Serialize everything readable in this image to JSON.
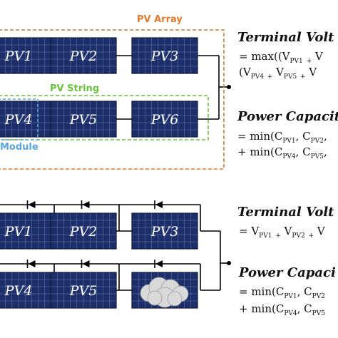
{
  "diagram": {
    "labels": {
      "array": "PV Array",
      "string": "PV String",
      "module": "Module"
    },
    "colors": {
      "array_box": "#e07a2c",
      "string_box": "#66c43a",
      "module_box": "#5aa6db",
      "panel_fill": "#1c2f6b",
      "panel_grid": "#aebbe0",
      "wire": "#000000"
    },
    "top_panels": [
      {
        "id": "pv1",
        "label": "PV1"
      },
      {
        "id": "pv2",
        "label": "PV2"
      },
      {
        "id": "pv3",
        "label": "PV3"
      },
      {
        "id": "pv4",
        "label": "PV4"
      },
      {
        "id": "pv5",
        "label": "PV5"
      },
      {
        "id": "pv6",
        "label": "PV6"
      }
    ],
    "bottom_panels": [
      {
        "id": "pv1",
        "label": "PV1"
      },
      {
        "id": "pv2",
        "label": "PV2"
      },
      {
        "id": "pv3",
        "label": "PV3"
      },
      {
        "id": "pv4",
        "label": "PV4"
      },
      {
        "id": "pv5",
        "label": "PV5"
      },
      {
        "id": "pv6",
        "label": "",
        "shaded": true
      }
    ]
  },
  "equations": {
    "top": {
      "voltage_title": "Terminal Volt",
      "voltage_line1": "= max((V",
      "voltage_line2": "(V",
      "capacity_title": "Power Capacit",
      "capacity_line1": "= min(C",
      "capacity_line2": "+ min(C"
    },
    "bottom": {
      "voltage_title": "Terminal Volt",
      "voltage_line1": "= V",
      "capacity_title": "Power Capaci",
      "capacity_line1": "= min(C",
      "capacity_line2": "+ min(C"
    }
  }
}
